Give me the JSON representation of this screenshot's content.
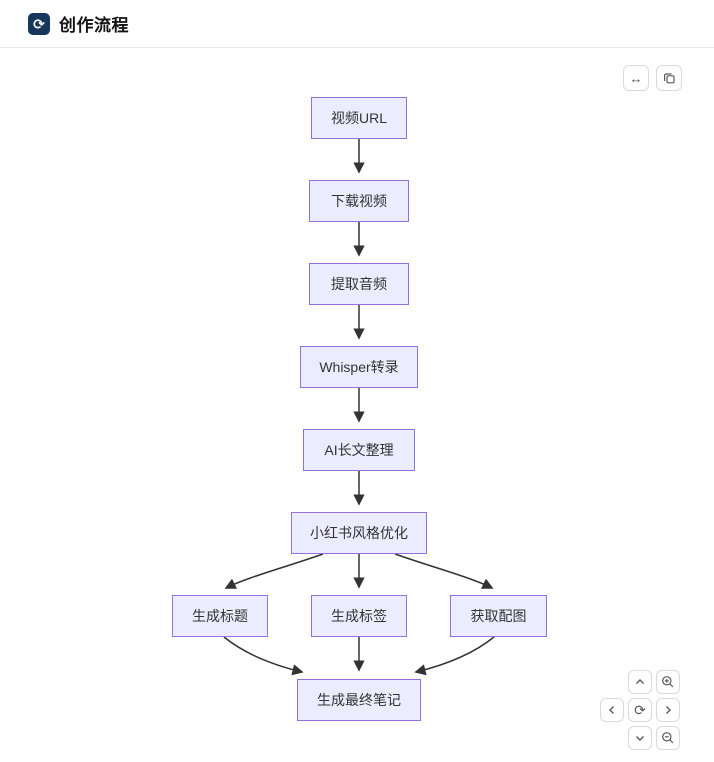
{
  "header": {
    "title": "创作流程"
  },
  "icons": {
    "logo_glyph": "⟳",
    "expand_glyph": "↔",
    "reset_glyph": "⟳"
  },
  "flowchart": {
    "type": "flowchart-top-down",
    "colors": {
      "node_fill": "#ECECFF",
      "node_border": "#9370DB",
      "edge": "#333333"
    },
    "nodes": [
      {
        "label": "视频URL"
      },
      {
        "label": "下载视频"
      },
      {
        "label": "提取音频"
      },
      {
        "label": "Whisper转录"
      },
      {
        "label": "AI长文整理"
      },
      {
        "label": "小红书风格优化"
      },
      {
        "label": "生成标题"
      },
      {
        "label": "生成标签"
      },
      {
        "label": "获取配图"
      },
      {
        "label": "生成最终笔记"
      }
    ],
    "edges": [
      "视频URL → 下载视频",
      "下载视频 → 提取音频",
      "提取音频 → Whisper转录",
      "Whisper转录 → AI长文整理",
      "AI长文整理 → 小红书风格优化",
      "小红书风格优化 → 生成标题",
      "小红书风格优化 → 生成标签",
      "小红书风格优化 → 获取配图",
      "生成标题 → 生成最终笔记",
      "生成标签 → 生成最终笔记",
      "获取配图 → 生成最终笔记"
    ]
  }
}
